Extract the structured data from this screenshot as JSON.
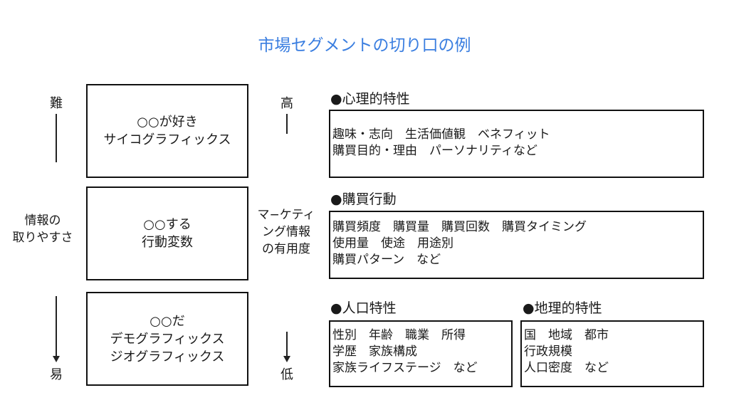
{
  "title": "市場セグメントの切り口の例",
  "left_axis": {
    "top": "難",
    "bottom": "易",
    "label_line1": "情報の",
    "label_line2": "取りやすさ"
  },
  "middle_axis": {
    "top": "高",
    "bottom": "低",
    "label_line1": "マ−ケティ",
    "label_line2": "ング情報",
    "label_line3": "の有用度"
  },
  "segments": [
    {
      "line1": "○○が好き",
      "line2": "サイコグラフィックス"
    },
    {
      "line1": "○○する",
      "line2": "行動変数"
    },
    {
      "line1": "○○だ",
      "line2": "デモグラフィックス",
      "line3": "ジオグラフィックス"
    }
  ],
  "categories": {
    "psychological": {
      "heading": "●心理的特性",
      "lines": [
        "趣味・志向　生活価値観　ベネフィット",
        "購買目的・理由　パーソナリティなど"
      ]
    },
    "behavioral": {
      "heading": "●購買行動",
      "lines": [
        "購買頻度　購買量　購買回数　購買タイミング",
        "使用量　使途　用途別",
        "購買パターン　など"
      ]
    },
    "demographic": {
      "heading": "●人口特性",
      "lines": [
        "性別　年齢　職業　所得",
        "学歴　家族構成",
        "家族ライフステージ　など"
      ]
    },
    "geographic": {
      "heading": "●地理的特性",
      "lines": [
        "国　地域　都市",
        "行政規模",
        "人口密度　など"
      ]
    }
  }
}
